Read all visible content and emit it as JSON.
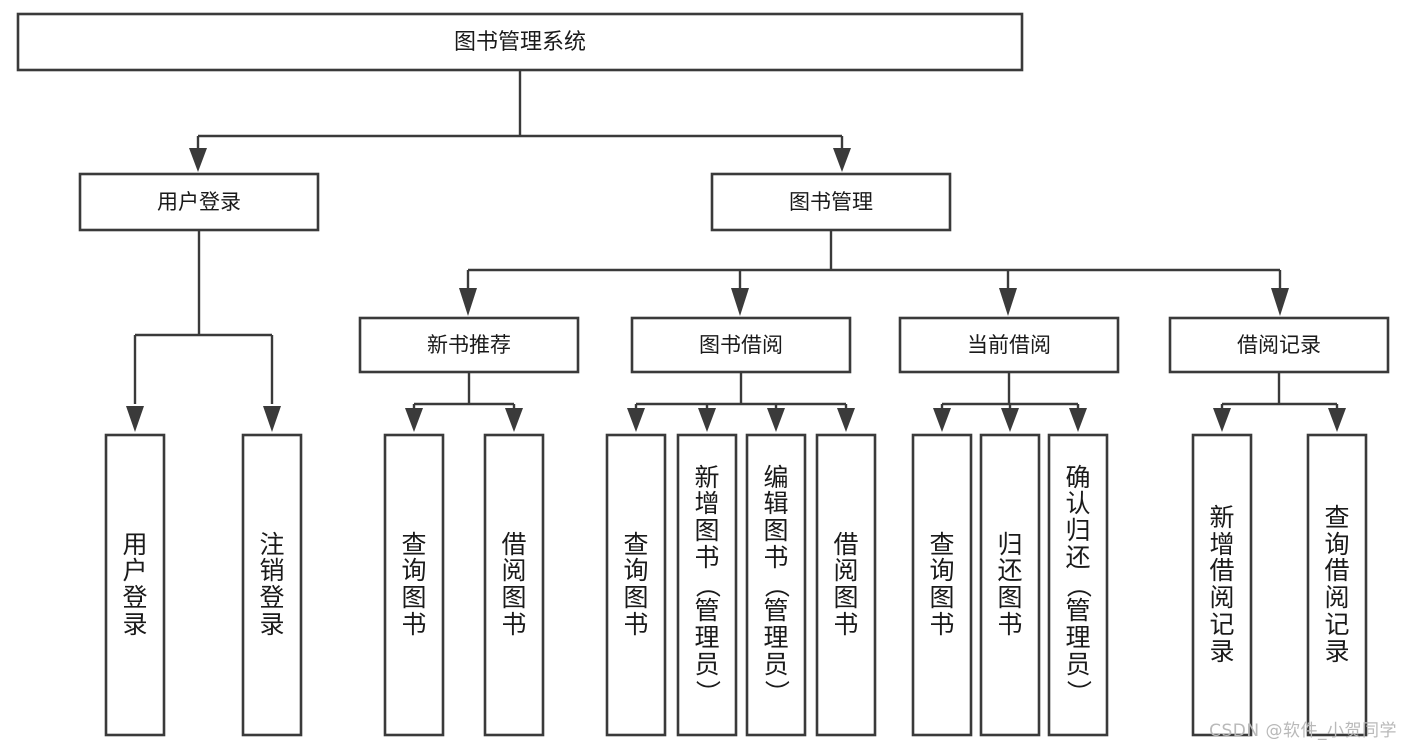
{
  "diagram": {
    "title": "图书管理系统",
    "watermark": "CSDN @软件_小贺同学",
    "root": {
      "label": "图书管理系统"
    },
    "level1": [
      {
        "label": "用户登录"
      },
      {
        "label": "图书管理"
      }
    ],
    "level2": [
      {
        "label": "新书推荐"
      },
      {
        "label": "图书借阅"
      },
      {
        "label": "当前借阅"
      },
      {
        "label": "借阅记录"
      }
    ],
    "leaves": {
      "user_login": [
        {
          "label": "用户登录"
        },
        {
          "label": "注销登录"
        }
      ],
      "new_book": [
        {
          "label": "查询图书"
        },
        {
          "label": "借阅图书"
        }
      ],
      "book_borrow": [
        {
          "label": "查询图书"
        },
        {
          "label": "新增图书（管理员）"
        },
        {
          "label": "编辑图书（管理员）"
        },
        {
          "label": "借阅图书"
        }
      ],
      "current_borrow": [
        {
          "label": "查询图书"
        },
        {
          "label": "归还图书"
        },
        {
          "label": "确认归还（管理员）"
        }
      ],
      "borrow_record": [
        {
          "label": "新增借阅记录"
        },
        {
          "label": "查询借阅记录"
        }
      ]
    },
    "colors": {
      "stroke": "#3a3a3a",
      "fill": "#ffffff",
      "text": "#1a1a1a",
      "watermark": "#b9b9b9"
    }
  }
}
